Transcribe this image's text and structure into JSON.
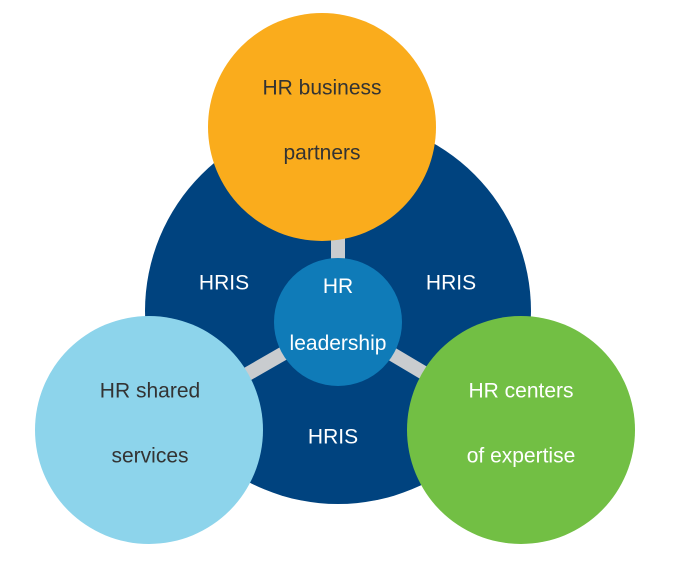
{
  "diagram": {
    "center": {
      "label_lines": [
        "HR",
        "leadership"
      ]
    },
    "nodes": {
      "top": {
        "label_lines": [
          "HR business",
          "partners"
        ],
        "color": "#FAAC1C"
      },
      "left": {
        "label_lines": [
          "HR shared",
          "services"
        ],
        "color": "#8DD4EB"
      },
      "right": {
        "label_lines": [
          "HR centers",
          "of expertise"
        ],
        "color": "#72BF44"
      }
    },
    "ring": {
      "color": "#00437F",
      "labels": {
        "upper_left": "HRIS",
        "upper_right": "HRIS",
        "bottom": "HRIS"
      }
    },
    "hub_color": "#0F7BB8",
    "connector_color": "#C9CCCF"
  }
}
